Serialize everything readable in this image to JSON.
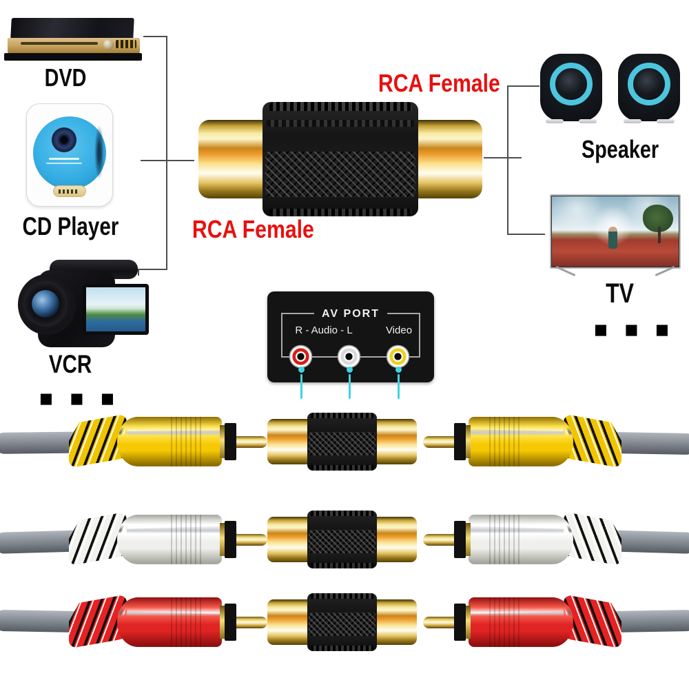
{
  "palette": {
    "label_red": "#e8100f",
    "line_gray": "#4d4d4d",
    "cyan": "#3ed4e2",
    "gold": "#d4a629",
    "cable_gray": "#80868e"
  },
  "left_devices": {
    "dvd": {
      "label": "DVD"
    },
    "cd": {
      "label": "CD Player"
    },
    "vcr": {
      "label": "VCR"
    },
    "more": "■ ■ ■"
  },
  "right_devices": {
    "speaker": {
      "label": "Speaker"
    },
    "tv": {
      "label": "TV"
    },
    "more": "■ ■ ■"
  },
  "adapter": {
    "label_top": "RCA Female",
    "label_bottom": "RCA Female"
  },
  "av_port": {
    "title": "AV PORT",
    "audio_label": "R - Audio - L",
    "video_label": "Video",
    "jacks": [
      {
        "name": "audio-right-jack",
        "ring": "#d81f14"
      },
      {
        "name": "audio-left-jack",
        "ring": "#d9d9d9"
      },
      {
        "name": "video-jack",
        "ring": "#ecd11c"
      }
    ]
  },
  "cables": [
    {
      "name": "video-cable-yellow",
      "light": "#ffe34d",
      "mid": "#f6c903",
      "dark": "#8f6f00",
      "fin": "#f0c400"
    },
    {
      "name": "audio-left-cable-white",
      "light": "#ffffff",
      "mid": "#efefec",
      "dark": "#a8a8a0",
      "fin": "#f2f2ee"
    },
    {
      "name": "audio-right-cable-red",
      "light": "#f4584a",
      "mid": "#e02424",
      "dark": "#8f0f0f",
      "fin": "#e62222"
    }
  ]
}
